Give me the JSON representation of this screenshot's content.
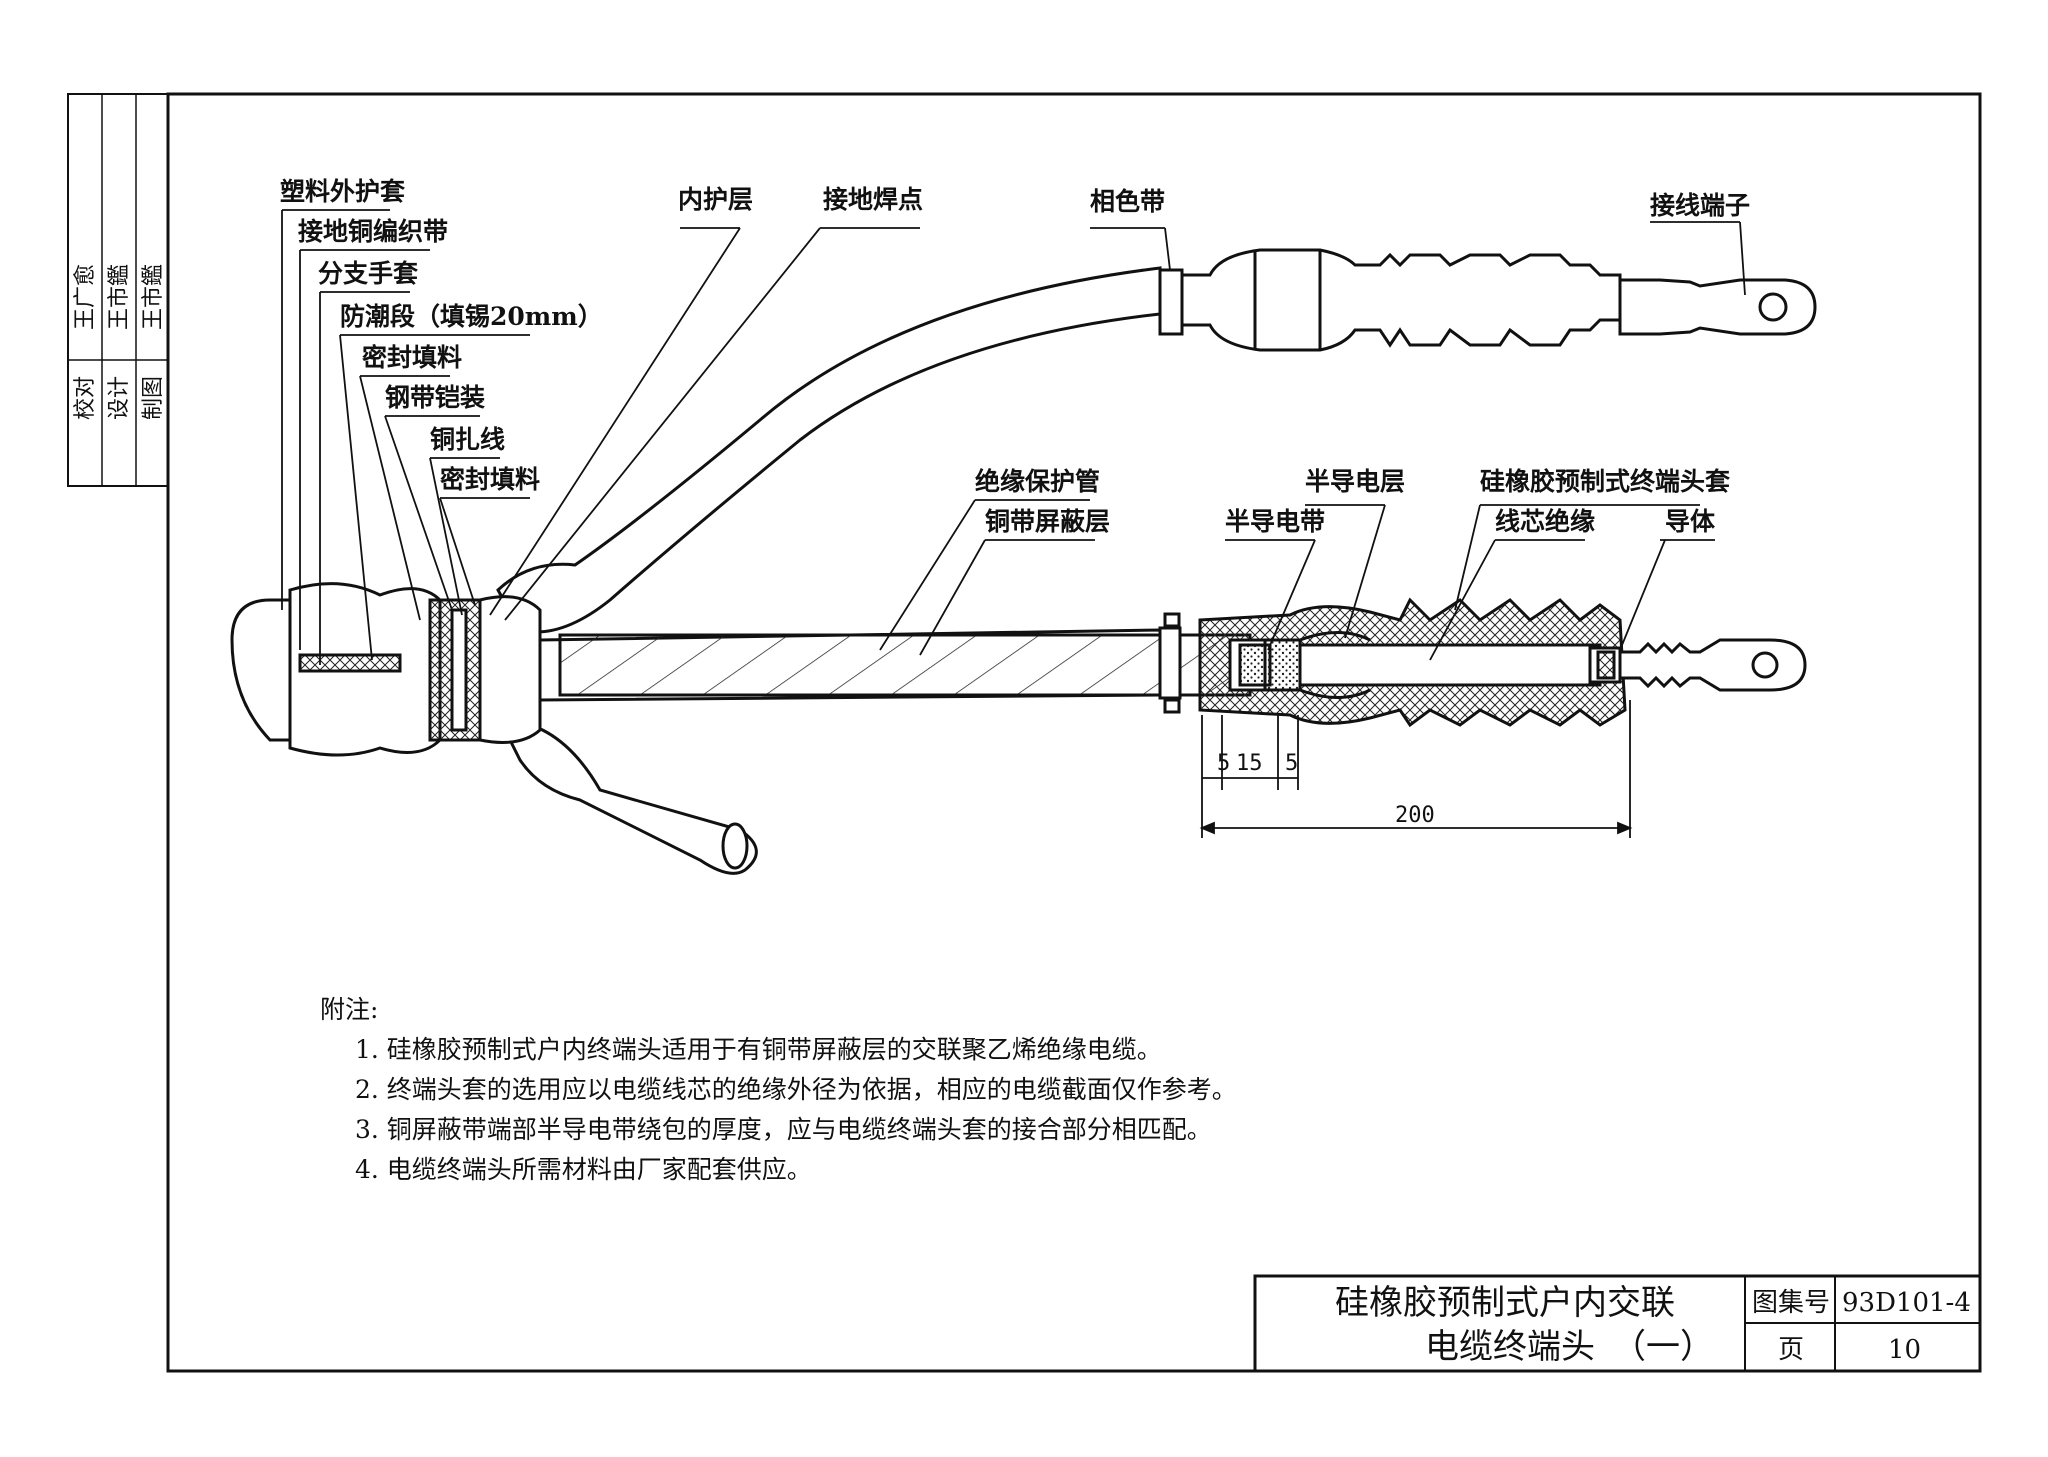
{
  "side_block": {
    "row1_role": "校对",
    "row1_name": "王广愈",
    "row2_role": "设计",
    "row2_name": "王市鑑",
    "row3_role": "制图",
    "row3_name": "王市鑑"
  },
  "labels": {
    "plastic_sheath": "塑料外护套",
    "ground_braid": "接地铜编织带",
    "branch_glove": "分支手套",
    "moisture_section": "防潮段（填锡20mm）",
    "sealant_1": "密封填料",
    "steel_armor": "钢带铠装",
    "copper_binding": "铜扎线",
    "sealant_2": "密封填料",
    "inner_sheath": "内护层",
    "ground_solder": "接地焊点",
    "phase_tape": "相色带",
    "lug": "接线端子",
    "insulating_tube": "绝缘保护管",
    "copper_shield": "铜带屏蔽层",
    "semicon_layer": "半导电层",
    "semicon_tape": "半导电带",
    "termination_sleeve": "硅橡胶预制式终端头套",
    "core_insulation": "线芯绝缘",
    "conductor": "导体"
  },
  "dimensions": {
    "d1": "5",
    "d2": "15",
    "d3": "5",
    "total": "200"
  },
  "notes": {
    "heading": "附注:",
    "items": [
      "1.  硅橡胶预制式户内终端头适用于有铜带屏蔽层的交联聚乙烯绝缘电缆。",
      "2.  终端头套的选用应以电缆线芯的绝缘外径为依据，相应的电缆截面仅作参考。",
      "3.  铜屏蔽带端部半导电带绕包的厚度，应与电缆终端头套的接合部分相匹配。",
      "4.  电缆终端头所需材料由厂家配套供应。"
    ]
  },
  "title_block": {
    "title_line1": "硅橡胶预制式户内交联",
    "title_line2": "电缆终端头　（一）",
    "atlas_label": "图集号",
    "atlas_value": "93D101-4",
    "page_label": "页",
    "page_value": "10"
  }
}
